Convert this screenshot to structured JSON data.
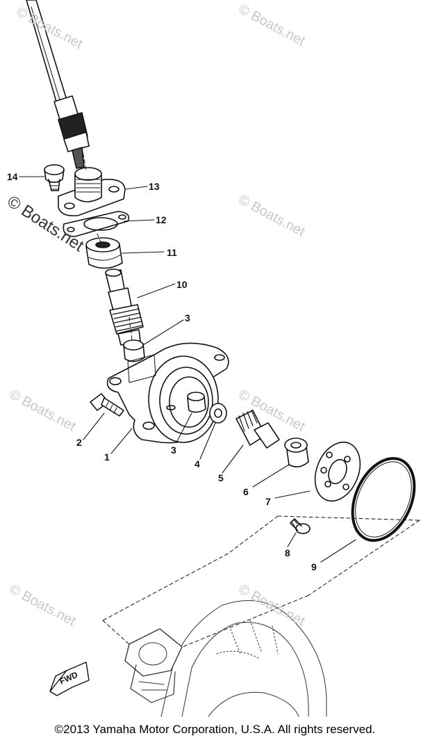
{
  "watermark": "© Boats.net",
  "copyright": "©2013 Yamaha Motor Corporation, U.S.A. All rights reserved.",
  "fwd_label": "FWD",
  "callouts": [
    "1",
    "2",
    "3",
    "3",
    "4",
    "5",
    "6",
    "7",
    "8",
    "9",
    "10",
    "11",
    "12",
    "13",
    "14"
  ]
}
